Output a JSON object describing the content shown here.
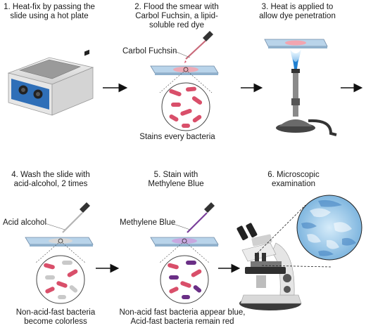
{
  "steps": [
    {
      "line1": "1. Heat-fix by passing the",
      "line2": "slide using a hot plate"
    },
    {
      "line1": "2. Flood the smear with",
      "line2": "Carbol Fuchsin, a lipid-",
      "line3": "soluble red dye"
    },
    {
      "line1": "3. Heat is applied to",
      "line2": "allow dye penetration"
    },
    {
      "line1": "4. Wash the slide with",
      "line2": "acid-alcohol, 2 times"
    },
    {
      "line1": "5. Stain with",
      "line2": "Methylene Blue"
    },
    {
      "line1": "6. Microscopic",
      "line2": "examination"
    }
  ],
  "labels": {
    "carbol_fuchsin": "Carbol Fuchsin",
    "acid_alcohol": "Acid alcohol",
    "methylene_blue": "Methylene Blue"
  },
  "results": {
    "step2": "Stains every bacteria",
    "step4_line1": "Non-acid-fast bacteria",
    "step4_line2": "become colorless",
    "step5_line1": "Non-acid fast bacteria appear blue,",
    "step5_line2": "Acid-fast bacteria remain red"
  },
  "colors": {
    "red_stain": "#d94f6a",
    "light_red": "#f2a5b0",
    "purple_stain": "#6a2f86",
    "light_purple": "#c8a8e0",
    "gray_bacteria": "#c9c9c9",
    "slide_blue": "#b9d4ea",
    "hot_plate_blue": "#2f6fb8",
    "arrow": "#111111"
  },
  "icons": [
    "hot-plate-icon",
    "dropper-icon",
    "slide-icon",
    "bunsen-burner-icon",
    "microscope-icon",
    "arrow-right-icon"
  ]
}
